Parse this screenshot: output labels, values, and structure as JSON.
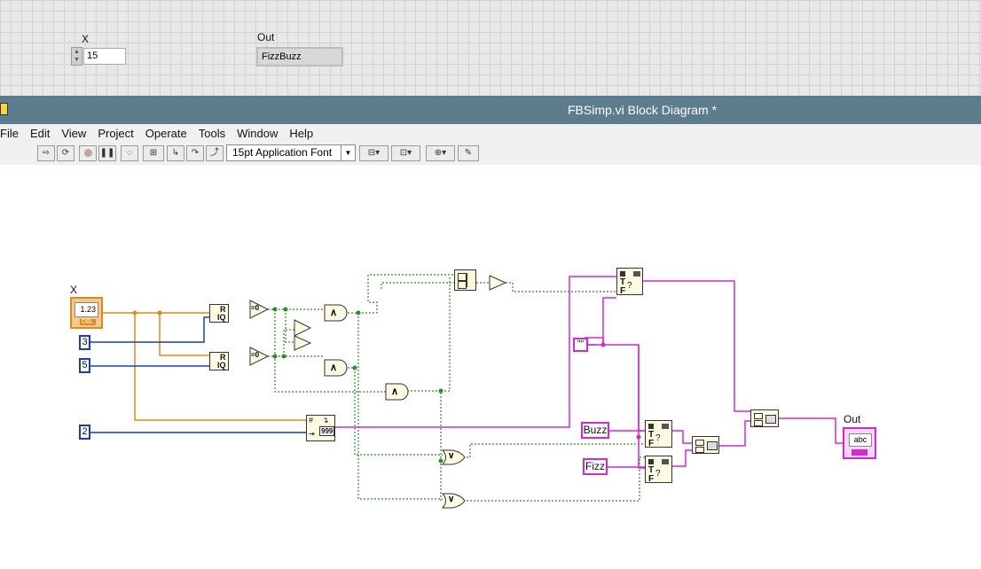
{
  "front_panel": {
    "x_label": "X",
    "x_value": "15",
    "out_label": "Out",
    "out_value": "FizzBuzz"
  },
  "window": {
    "title": "FBSimp.vi Block Diagram *"
  },
  "menu": [
    "File",
    "Edit",
    "View",
    "Project",
    "Operate",
    "Tools",
    "Window",
    "Help"
  ],
  "toolbar": {
    "font": "15pt Application Font"
  },
  "diagram": {
    "x_label": "X",
    "x_terminal": "1.23",
    "x_type": "DBL",
    "const_3": "3",
    "const_5": "5",
    "const_2": "2",
    "remainder_label": "R",
    "quotient_label": "IQ",
    "eq0": "=0",
    "and": "∧",
    "or": "∨",
    "format_code": "999",
    "const_empty": "\"\"",
    "const_buzz": "Buzz",
    "const_fizz": "Fizz",
    "out_label": "Out",
    "out_terminal": "abc"
  },
  "colors": {
    "wire_numeric": "#e08a1e",
    "wire_int": "#1b3fa8",
    "wire_bool": "#2f8a2f",
    "wire_string": "#d22ad2",
    "title_bar": "#5d7c8e"
  }
}
